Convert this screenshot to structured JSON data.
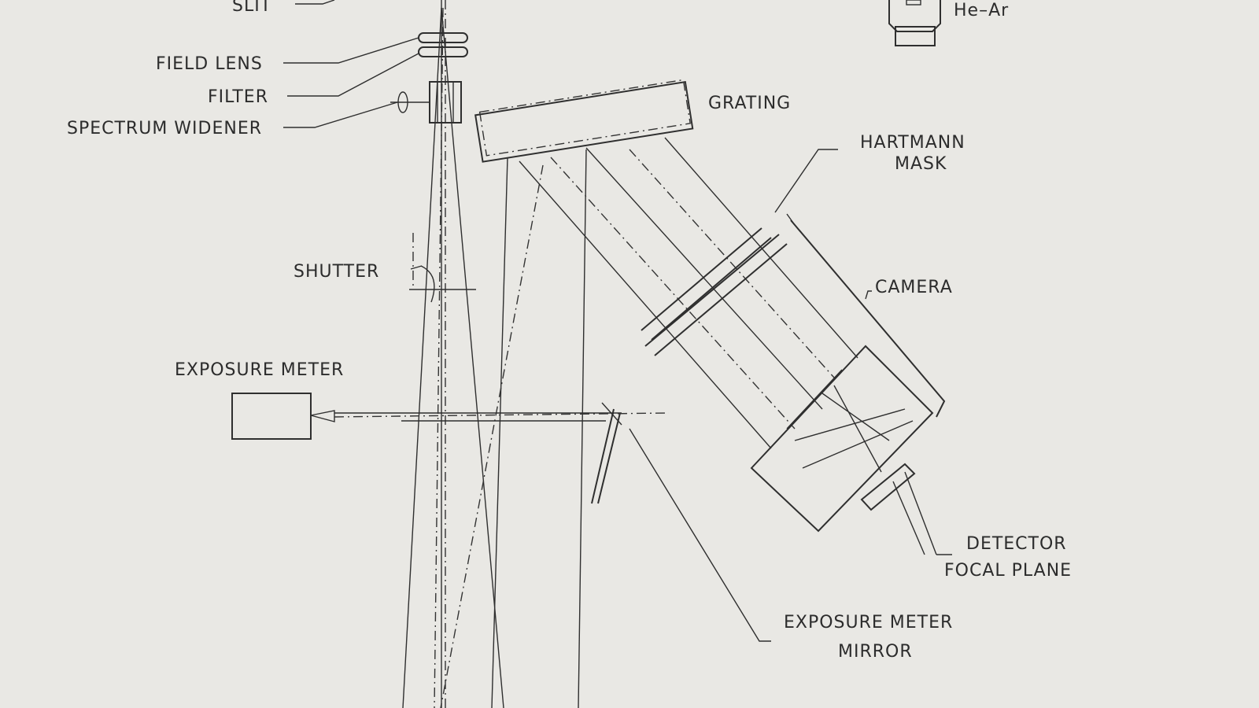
{
  "diagram": {
    "labels": {
      "slit": "SLIT",
      "field_lens": "FIELD LENS",
      "filter": "FILTER",
      "spectrum_widener": "SPECTRUM WIDENER",
      "shutter": "SHUTTER",
      "exposure_meter": "EXPOSURE METER",
      "grating": "GRATING",
      "hartmann_mask_1": "HARTMANN",
      "hartmann_mask_2": "MASK",
      "camera": "CAMERA",
      "detector": "DETECTOR",
      "focal_plane": "FOCAL PLANE",
      "exposure_meter_mirror_1": "EXPOSURE METER",
      "exposure_meter_mirror_2": "MIRROR",
      "lamp": "He–Ar"
    },
    "colors": {
      "background": "#e9e8e4",
      "ink": "#2f2f2f"
    }
  }
}
